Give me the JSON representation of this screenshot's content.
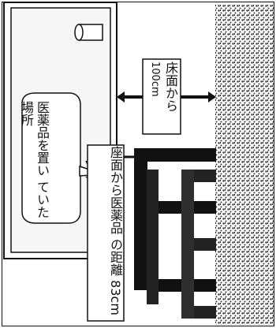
{
  "labels": {
    "medicine_place": [
      "医薬品を置い",
      "ていた場所"
    ],
    "seat_distance": [
      "座面から医薬品",
      "の距離 83cm"
    ],
    "floor_distance": [
      "床面から",
      "100cm"
    ]
  },
  "colors": {
    "black": "#111111",
    "floor_pattern": "#333333",
    "white": "#ffffff",
    "shade": "#2e2e2e"
  }
}
